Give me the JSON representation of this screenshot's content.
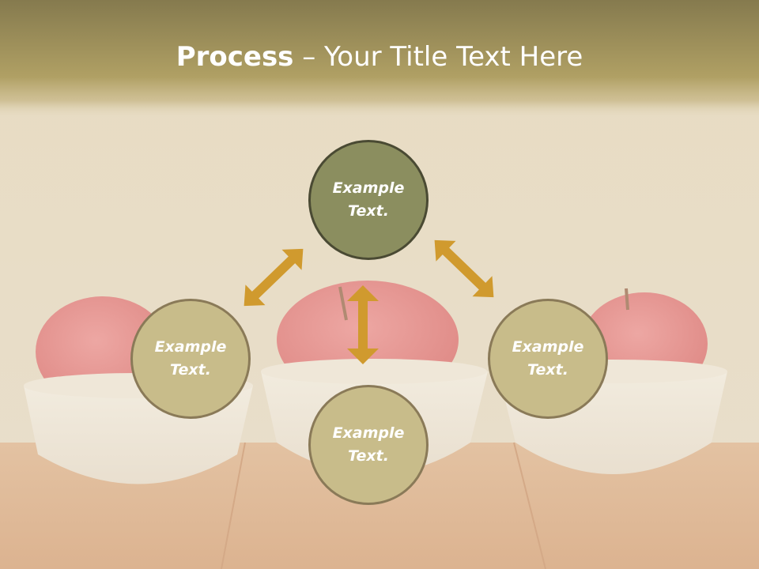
{
  "slide": {
    "title_bold": "Process",
    "title_rest": " – Your Title Text Here"
  },
  "nodes": {
    "top": "Example\nText.",
    "left": "Example\nText.",
    "right": "Example\nText.",
    "bottom": "Example\nText."
  },
  "colors": {
    "header": "#a8985f",
    "circle_primary": "#8b8e5f",
    "circle_secondary": "#c8bc8a",
    "arrow": "#d09a2e"
  }
}
